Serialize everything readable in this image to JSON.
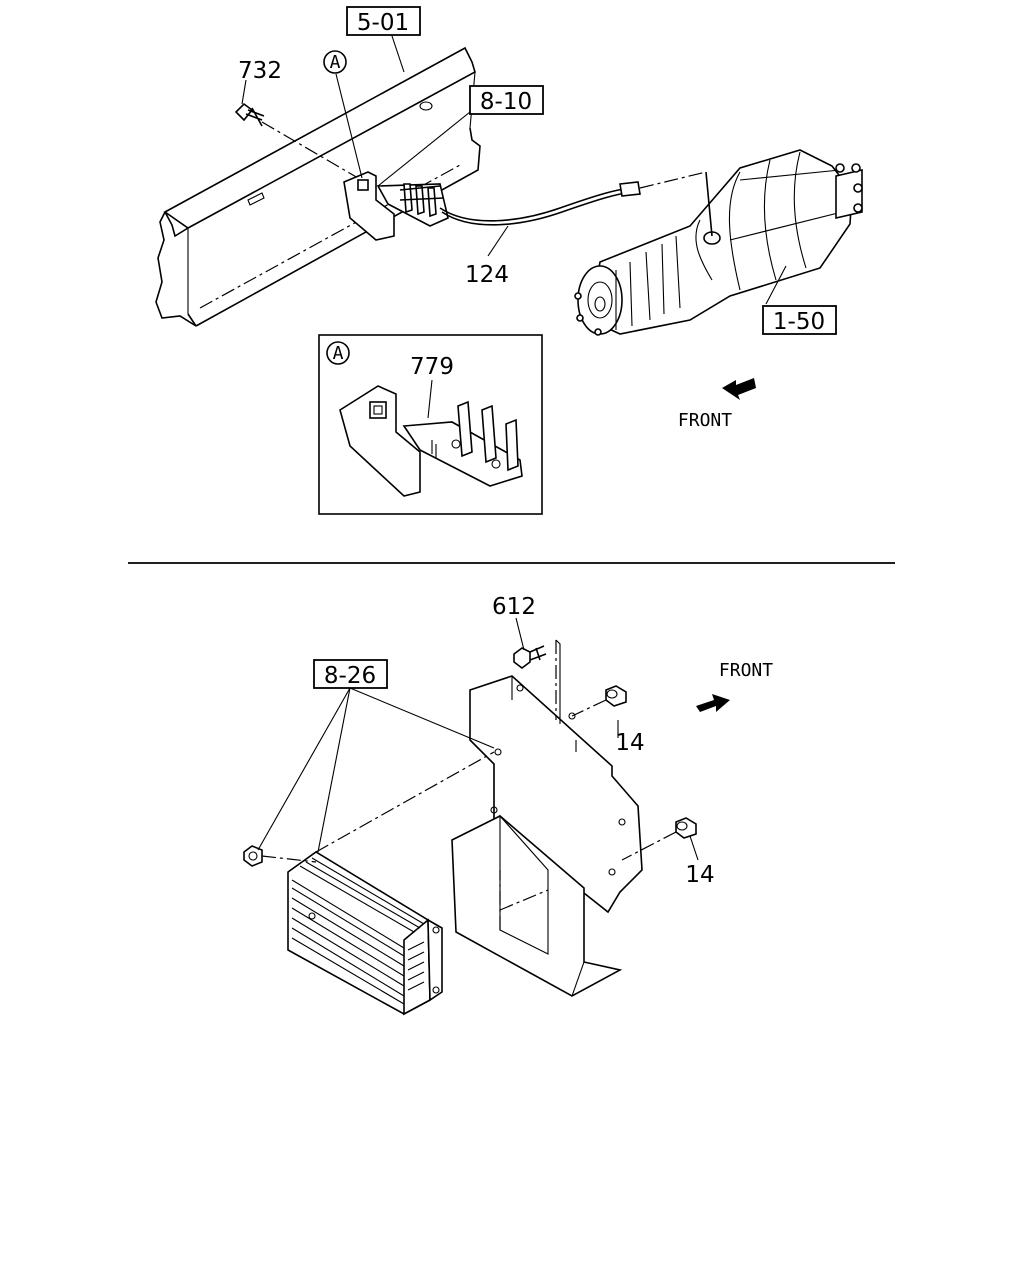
{
  "callouts": {
    "ref_5_01": "5-01",
    "ref_8_10": "8-10",
    "ref_1_50": "1-50",
    "ref_8_26": "8-26",
    "part_732": "732",
    "part_124": "124",
    "part_779": "779",
    "part_612": "612",
    "part_14_upper": "14",
    "part_14_lower": "14",
    "detail_a_marker": "A",
    "detail_a_inset_marker": "A"
  },
  "direction": {
    "front_top": "FRONT",
    "front_bottom": "FRONT"
  }
}
